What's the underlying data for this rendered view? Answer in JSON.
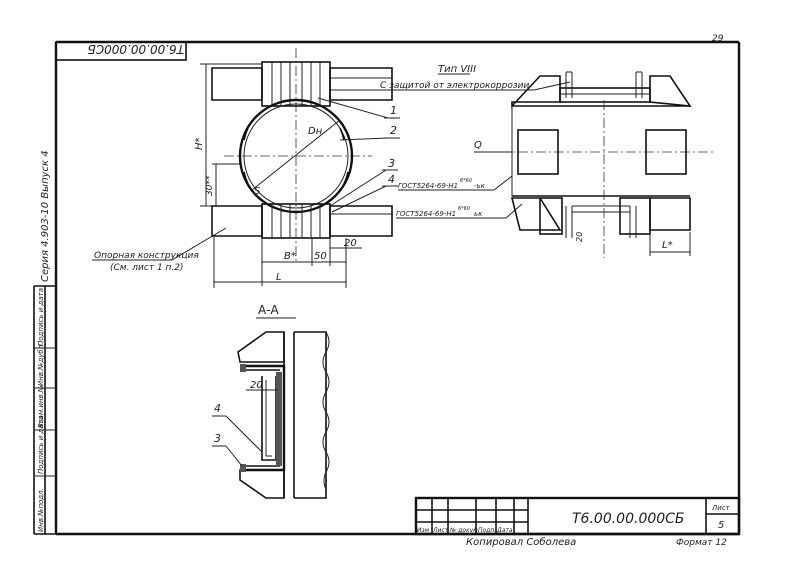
{
  "sheet_number_top": "29",
  "rotated_code": "Т6.00.00.000СБ",
  "side_series": "Серия 4.903-10   Выпуск 4",
  "type_label": "Тип VIII",
  "type_caption": "С защитой от электрокоррозии",
  "dim_H": "H*",
  "dim_Dn": "Dн",
  "dim_S": "S",
  "dim_30": "30**",
  "dim_B": "B*",
  "dim_50": "50",
  "dim_20a": "20",
  "dim_L": "L",
  "dim_Q": "Q",
  "dim_Lstar": "L*",
  "dim_20b": "20",
  "callouts": [
    "1",
    "2",
    "3",
    "4"
  ],
  "support_note_1": "Опорная конструкция",
  "support_note_2": "(См. лист 1 п.2)",
  "gost_top": "ГОСТ5264-69-Н1",
  "gost_top_sup": "6*60",
  "gost_top_tail": "-ьк",
  "gost_bottom": "ГОСТ5264-69-Н1",
  "gost_bottom_sup": "6*60",
  "gost_bottom_tail": "ьк",
  "section_label": "А-А",
  "section_dim": "20",
  "section_callouts": [
    "4",
    "3"
  ],
  "title_headers": [
    "Изм",
    "Лист",
    "№ докум.",
    "Подп.",
    "Дата"
  ],
  "title_code": "Т6.00.00.000СБ",
  "sheet_label": "Лист",
  "sheet_value": "5",
  "copied_by": "Копировал   Соболева",
  "format_label": "Формат 12",
  "left_stamp": [
    "Инв.№подл.",
    "Подпись и дата",
    "Взам.инв.№",
    "Инв.№дубл.",
    "Подпись и дата"
  ]
}
